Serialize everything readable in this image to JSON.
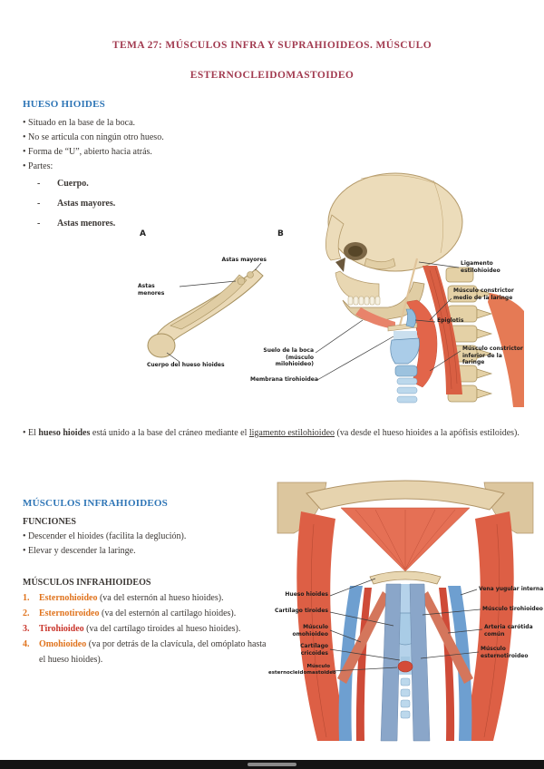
{
  "colors": {
    "title": "#a23b50",
    "heading_blue": "#2e75b6",
    "body": "#3a3633"
  },
  "title": {
    "line1": "TEMA 27: MÚSCULOS INFRA Y SUPRAHIOIDEOS. MÚSCULO",
    "line2": "ESTERNOCLEIDOMASTOIDEO"
  },
  "hueso_hioides": {
    "heading": "HUESO HIOIDES",
    "bullets": [
      "Situado en la base de la boca.",
      "No se articula con ningún otro hueso.",
      "Forma de “U”, abierto hacia atrás.",
      "Partes:"
    ],
    "partes": [
      "Cuerpo.",
      "Astas mayores.",
      "Astas menores."
    ]
  },
  "figure1": {
    "panel_a": "A",
    "panel_b": "B",
    "label_astas_mayores": "Astas mayores",
    "label_astas_menores": "Astas menores",
    "label_cuerpo": "Cuerpo del hueso hioides",
    "label_ligamento": "Ligamento estilohioideo",
    "label_constrictor_medio": "Músculo constrictor medio de la laringe",
    "label_epiglotis": "Epiglotis",
    "label_constrictor_inferior": "Músculo constrictor inferior de la faringe",
    "label_suelo_boca": "Suelo de la boca (músculo milohioideo)",
    "label_membrana": "Membrana tirohioidea"
  },
  "nota": {
    "pre": "El ",
    "bold": "hueso hioides",
    "mid": " está unido a la base del cráneo mediante el ",
    "underlined": "ligamento estilohioideo",
    "post": " (va desde el hueso hioides a la apófisis estiloides)."
  },
  "infrahioideos": {
    "heading": "MÚSCULOS INFRAHIOIDEOS",
    "funciones_heading": "FUNCIONES",
    "funciones": [
      "Descender el hioides (facilita la deglución).",
      "Elevar y descender la laringe."
    ],
    "lista_heading": "MÚSCULOS INFRAHIOIDEOS",
    "musculos": [
      {
        "num": "1.",
        "nombre": "Esternohioideo",
        "desc": " (va del esternón al hueso hioides).",
        "color": "#e0731d"
      },
      {
        "num": "2.",
        "nombre": "Esternotiroideo",
        "desc": " (va del esternón al cartílago hioides).",
        "color": "#e0731d"
      },
      {
        "num": "3.",
        "nombre": "Tirohioideo",
        "desc": " (va del cartílago tiroides al hueso hioides).",
        "color": "#c9342a"
      },
      {
        "num": "4.",
        "nombre": "Omohioideo",
        "desc": " (va por detrás de la clavícula, del omóplato hasta el hueso hioides).",
        "color": "#e0731d"
      }
    ]
  },
  "figure2": {
    "label_hueso_hioides": "Hueso hioides",
    "label_cartilago_tiroides": "Cartílago tiroides",
    "label_omohioideo": "Músculo omohioideo",
    "label_cricoides": "Cartílago cricoides",
    "label_esternocleido": "Músculo esternocleidomastoideo",
    "label_yugular": "Vena yugular interna",
    "label_tirohioideo": "Músculo tirohioideo",
    "label_carotida": "Arteria carótida común",
    "label_esternotiroideo": "Músculo esternotiroideo"
  }
}
